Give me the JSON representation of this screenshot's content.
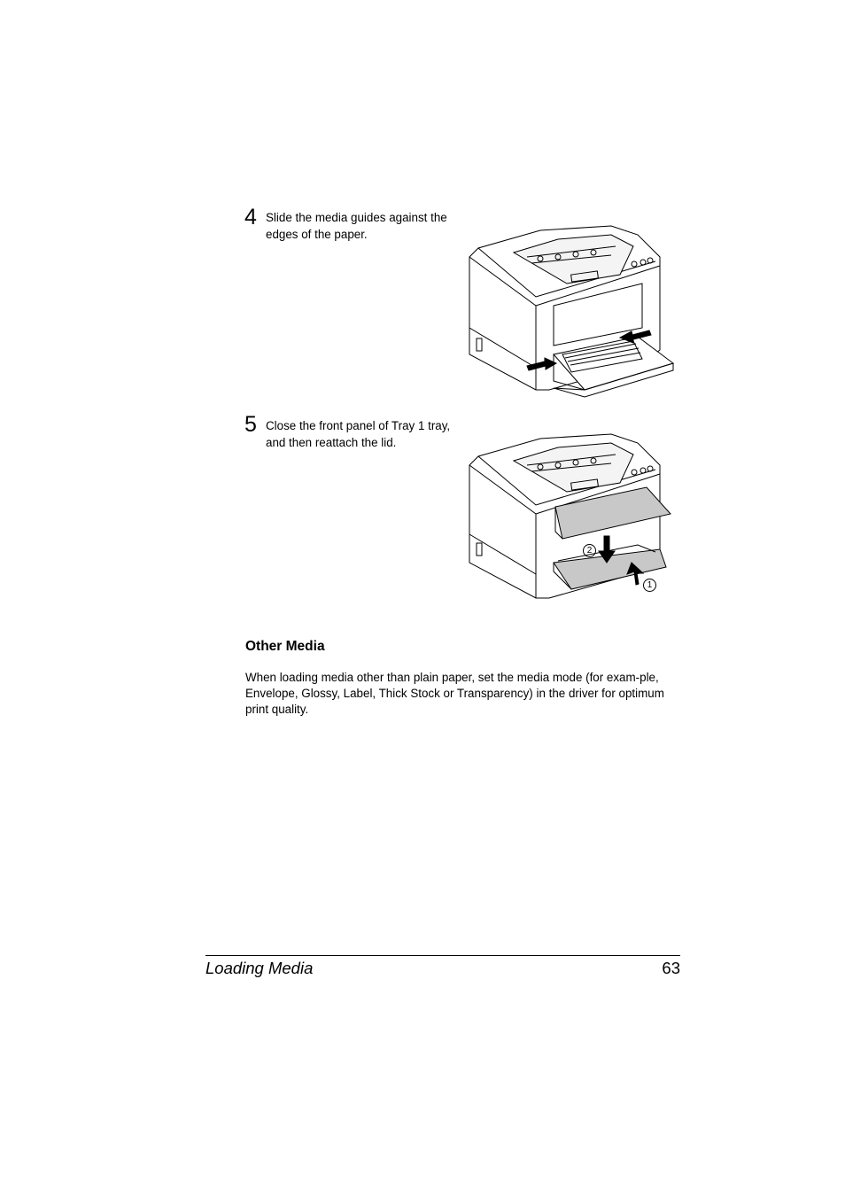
{
  "steps": [
    {
      "number": "4",
      "text": "Slide the media guides against the edges of the paper."
    },
    {
      "number": "5",
      "text": "Close the front panel of Tray 1 tray, and then reattach the lid."
    }
  ],
  "figure2_callouts": {
    "c1": "1",
    "c2": "2"
  },
  "section": {
    "heading": "Other Media",
    "paragraph": "When loading media other than plain paper, set the media mode (for exam-ple, Envelope, Glossy, Label, Thick Stock or Transparency) in the driver for optimum print quality."
  },
  "footer": {
    "title": "Loading Media",
    "page": "63"
  }
}
